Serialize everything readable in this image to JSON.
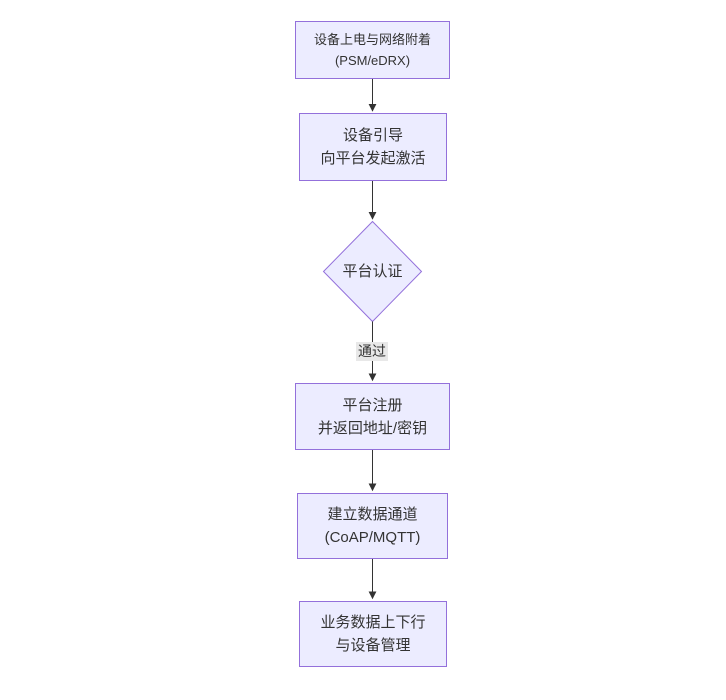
{
  "diagram": {
    "type": "flowchart",
    "direction": "top-down",
    "background": "#ffffff"
  },
  "theme": {
    "node_fill": "#ECECFF",
    "node_border": "#9370DB",
    "edge_color": "#333333",
    "edge_label_background": "#e8e8e8",
    "text_color": "#333333"
  },
  "flowchart": {
    "nodes": [
      {
        "id": "power-attach",
        "shape": "rect",
        "lines": [
          "设备上电与网络附着",
          "(PSM/eDRX)"
        ]
      },
      {
        "id": "bootstrap",
        "shape": "rect",
        "lines": [
          "设备引导",
          "向平台发起激活"
        ]
      },
      {
        "id": "platform-auth",
        "shape": "diamond",
        "lines": [
          "平台认证"
        ]
      },
      {
        "id": "register",
        "shape": "rect",
        "lines": [
          "平台注册",
          "并返回地址/密钥"
        ]
      },
      {
        "id": "data-channel",
        "shape": "rect",
        "lines": [
          "建立数据通道",
          "(CoAP/MQTT)"
        ]
      },
      {
        "id": "business-data",
        "shape": "rect",
        "lines": [
          "业务数据上下行",
          "与设备管理"
        ]
      }
    ],
    "edges": [
      {
        "from": "power-attach",
        "to": "bootstrap",
        "label": ""
      },
      {
        "from": "bootstrap",
        "to": "platform-auth",
        "label": ""
      },
      {
        "from": "platform-auth",
        "to": "register",
        "label": "通过"
      },
      {
        "from": "register",
        "to": "data-channel",
        "label": ""
      },
      {
        "from": "data-channel",
        "to": "business-data",
        "label": ""
      }
    ]
  }
}
